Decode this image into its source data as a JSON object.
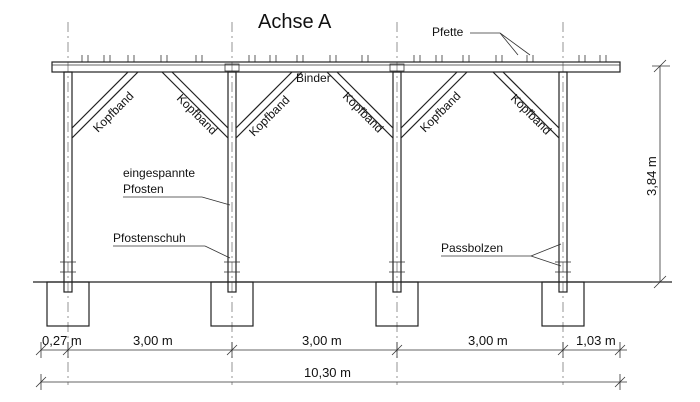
{
  "title": "Achse A",
  "labels": {
    "pfette": "Pfette",
    "binder": "Binder",
    "kopfband": "Kopfband",
    "pfosten_line1": "eingespannte",
    "pfosten_line2": "Pfosten",
    "pfostenschuh": "Pfostenschuh",
    "passbolzen": "Passbolzen"
  },
  "dimensions": {
    "height": "3,84 m",
    "overhang_left": "0,27 m",
    "span_1": "3,00 m",
    "span_2": "3,00 m",
    "span_3": "3,00 m",
    "overhang_right": "1,03 m",
    "total": "10,30 m"
  }
}
